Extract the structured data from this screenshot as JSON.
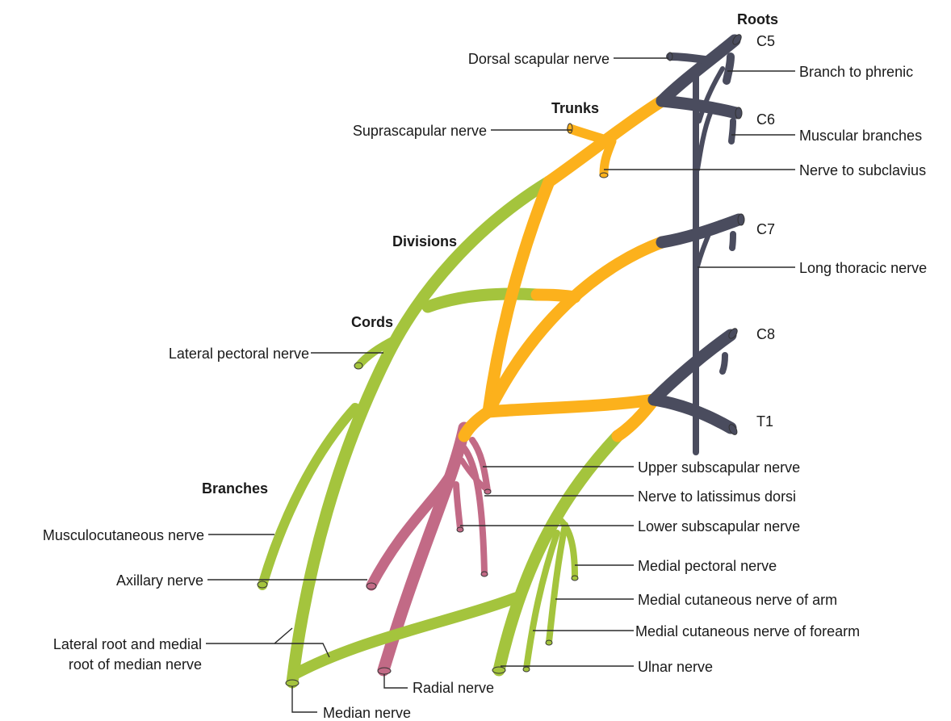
{
  "headings": {
    "roots": "Roots",
    "trunks": "Trunks",
    "divisions": "Divisions",
    "cords": "Cords",
    "branches": "Branches"
  },
  "roots": {
    "c5": "C5",
    "c6": "C6",
    "c7": "C7",
    "c8": "C8",
    "t1": "T1"
  },
  "labels": {
    "dorsal_scapular": "Dorsal scapular nerve",
    "branch_to_phrenic": "Branch to phrenic",
    "muscular_branches": "Muscular branches",
    "suprascapular": "Suprascapular nerve",
    "nerve_to_subclavius": "Nerve to subclavius",
    "long_thoracic": "Long thoracic nerve",
    "lateral_pectoral": "Lateral pectoral nerve",
    "upper_subscapular": "Upper subscapular nerve",
    "nerve_to_latissimus": "Nerve to latissimus dorsi",
    "lower_subscapular": "Lower subscapular nerve",
    "musculocutaneous": "Musculocutaneous nerve",
    "medial_pectoral": "Medial pectoral nerve",
    "axillary": "Axillary nerve",
    "medial_cutaneous_arm": "Medial cutaneous nerve of arm",
    "medial_cutaneous_forearm": "Medial cutaneous nerve of forearm",
    "lateral_medial_root_line1": "Lateral root and medial",
    "lateral_medial_root_line2": "root of median nerve",
    "ulnar": "Ulnar nerve",
    "radial": "Radial nerve",
    "median": "Median nerve"
  },
  "colors": {
    "roots": "#4a4c5e",
    "trunks_divisions": "#fcb11c",
    "lateral_medial_cords": "#a4c43d",
    "posterior_cord": "#c26a86"
  }
}
